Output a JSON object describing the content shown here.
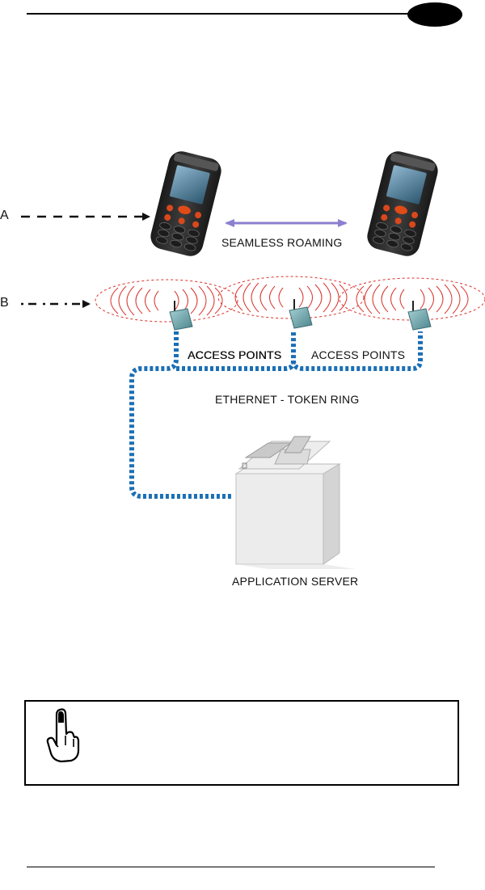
{
  "labels": {
    "a": "A",
    "b": "B",
    "seamless_roaming": "SEAMLESS ROAMING",
    "access_points_left": "ACCESS POINTS",
    "access_points_right": "ACCESS POINTS",
    "ethernet": "ETHERNET - TOKEN RING",
    "application_server": "APPLICATION SERVER"
  },
  "colors": {
    "ethernet_cable": "#1b6fb5",
    "radio_waves": "#d9322b",
    "roaming_arrow": "#8a7fd0",
    "terminal_body": "#2e2e2e",
    "terminal_keys": "#d9481c",
    "access_point": "#6fa7ad",
    "server": "#e6e6e6"
  },
  "icons": {
    "note": "pointing-hand-icon",
    "access_point": "access-point-icon",
    "terminal": "handheld-terminal-icon",
    "server": "server-icon"
  }
}
